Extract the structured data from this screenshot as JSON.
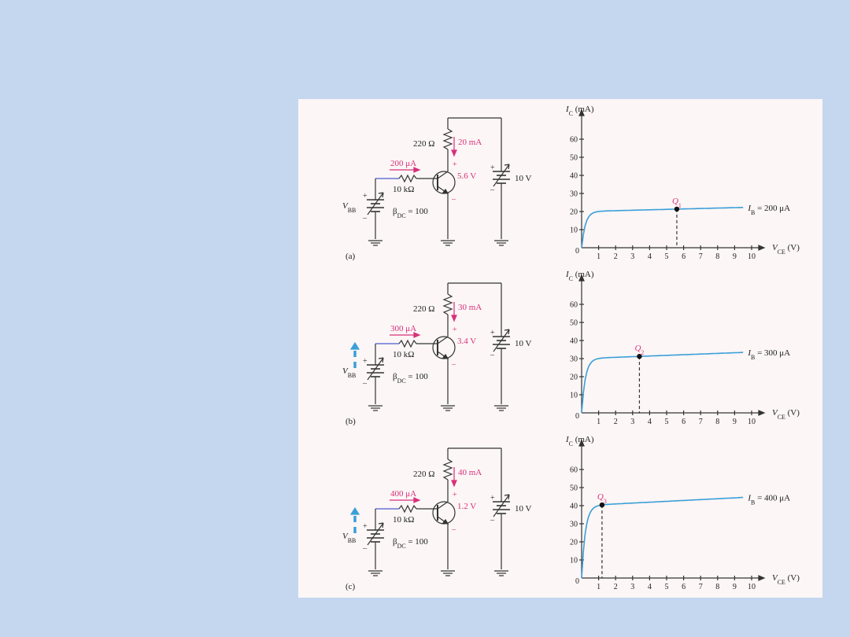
{
  "panels": [
    {
      "label": "(a)",
      "resistor_rc": "220 Ω",
      "collector_current": "20 mA",
      "base_current": "200 μA",
      "vce": "5.6 V",
      "resistor_rb": "10 kΩ",
      "vcc": "10 V",
      "vbb_label": "V",
      "vbb_sub": "BB",
      "beta_text": "β",
      "beta_sub": "DC",
      "beta_val": " = 100",
      "show_arrow": false,
      "q_label": "Q",
      "q_sub": "1",
      "curve_label": "I",
      "curve_sub": "B",
      "curve_val": " = 200 μA",
      "plateau_ma": 20,
      "q_vce": 5.6,
      "q_ic": 20
    },
    {
      "label": "(b)",
      "resistor_rc": "220 Ω",
      "collector_current": "30 mA",
      "base_current": "300 μA",
      "vce": "3.4 V",
      "resistor_rb": "10 kΩ",
      "vcc": "10 V",
      "vbb_label": "V",
      "vbb_sub": "BB",
      "beta_text": "β",
      "beta_sub": "DC",
      "beta_val": " = 100",
      "show_arrow": true,
      "q_label": "Q",
      "q_sub": "2",
      "curve_label": "I",
      "curve_sub": "B",
      "curve_val": " = 300 μA",
      "plateau_ma": 30,
      "q_vce": 3.4,
      "q_ic": 30
    },
    {
      "label": "(c)",
      "resistor_rc": "220 Ω",
      "collector_current": "40 mA",
      "base_current": "400 μA",
      "vce": "1.2 V",
      "resistor_rb": "10 kΩ",
      "vcc": "10 V",
      "vbb_label": "V",
      "vbb_sub": "BB",
      "beta_text": "β",
      "beta_sub": "DC",
      "beta_val": " = 100",
      "show_arrow": true,
      "q_label": "Q",
      "q_sub": "3",
      "curve_label": "I",
      "curve_sub": "B",
      "curve_val": " = 400 μA",
      "plateau_ma": 40,
      "q_vce": 1.2,
      "q_ic": 40
    }
  ],
  "axes": {
    "y_label": "I",
    "y_sub": "C",
    "y_unit": " (mA)",
    "x_label": "V",
    "x_sub": "CE",
    "x_unit": " (V)",
    "y_ticks": [
      "10",
      "20",
      "30",
      "40",
      "50",
      "60"
    ],
    "x_ticks": [
      "1",
      "2",
      "3",
      "4",
      "5",
      "6",
      "7",
      "8",
      "9",
      "10"
    ],
    "origin": "0"
  },
  "colors": {
    "background": "#c5d7ee",
    "figure": "#fcf6f6",
    "wire": "#333333",
    "accent": "#d8307a",
    "curve": "#3a9fd8",
    "arrow": "#3a9fd8"
  }
}
